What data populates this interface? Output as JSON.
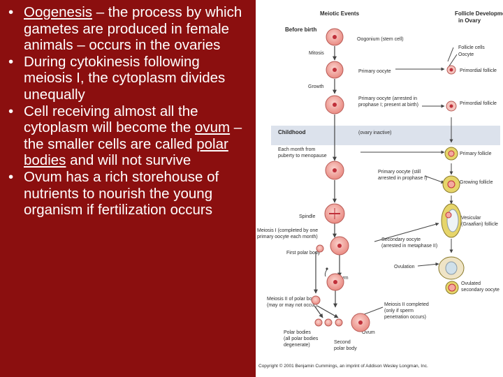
{
  "bullets": [
    {
      "pre": "",
      "term": "Oogenesis",
      "post": " – the process by which gametes are produced in female animals – occurs in the ovaries"
    },
    {
      "text": "During cytokinesis following meiosis I, the cytoplasm divides unequally"
    },
    {
      "pre": "Cell receiving almost all the cytoplasm will become the ",
      "term1": "ovum",
      "mid": " – the smaller cells are called ",
      "term2": "polar bodies",
      "post": " and will not survive"
    },
    {
      "text": "Ovum has a rich storehouse of nutrients to nourish the young organism if fertilization occurs"
    }
  ],
  "diagram": {
    "header_meiotic": "Meiotic Events",
    "header_follicle_1": "Follicle Development",
    "header_follicle_2": "in Ovary",
    "before_birth": "Before birth",
    "mitosis": "Mitosis",
    "growth": "Growth",
    "oogonium": "Oogonium (stem cell)",
    "follicle_cells": "Follicle cells",
    "oocyte": "Oocyte",
    "primary_oocyte": "Primary oocyte",
    "primordial_follicle": "Primordial follicle",
    "primary_oocyte_arrested_1": "Primary oocyte (arrested in",
    "primary_oocyte_arrested_2": "prophase I; present at birth)",
    "primordial_follicle_2": "Primordial follicle",
    "childhood": "Childhood",
    "ovary_inactive": "(ovary inactive)",
    "each_month_1": "Each month from",
    "each_month_2": "puberty to menopause",
    "primary_follicle": "Primary follicle",
    "primary_oocyte_still_1": "Primary oocyte (still",
    "primary_oocyte_still_2": "arrested in prophase I)",
    "growing_follicle": "Growing follicle",
    "spindle": "Spindle",
    "meiosis_i_1": "Meiosis I (completed by one",
    "meiosis_i_2": "primary oocyte each month)",
    "vesicular_1": "Vesicular",
    "vesicular_2": "(Graafian) follicle",
    "secondary_oocyte_1": "Secondary oocyte",
    "secondary_oocyte_2": "(arrested in metaphase II)",
    "first_polar_body": "First polar body",
    "ovulation": "Ovulation",
    "sperm": "Sperm",
    "ovulated_1": "Ovulated",
    "ovulated_2": "secondary oocyte",
    "meiosis_ii_pb_1": "Meiosis II of polar body",
    "meiosis_ii_pb_2": "(may or may not occur)",
    "meiosis_ii_completed_1": "Meiosis II completed",
    "meiosis_ii_completed_2": "(only if sperm",
    "meiosis_ii_completed_3": "penetration occurs)",
    "polar_bodies_1": "Polar bodies",
    "polar_bodies_2": "(all polar bodies",
    "polar_bodies_3": "degenerate)",
    "second_polar_body_1": "Second",
    "second_polar_body_2": "polar body",
    "ovum": "Ovum",
    "copyright": "Copyright © 2001 Benjamin Cummings, an imprint of Addison Wesley Longman, Inc."
  },
  "colors": {
    "slide_background": "#8b0f0f",
    "cell_fill": "#f4a9a0",
    "cell_nucleus": "#c0303a",
    "childhood_band": "#dce2ec",
    "arrow": "#444444"
  }
}
